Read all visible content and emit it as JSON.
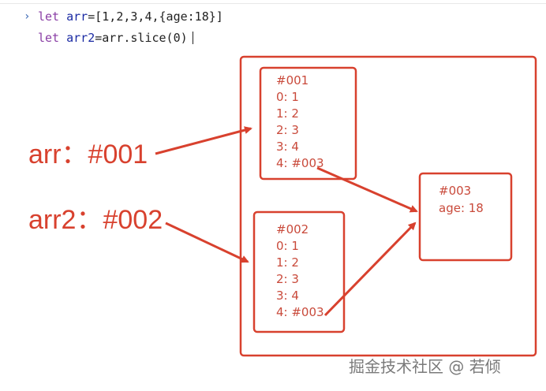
{
  "console": {
    "prompt_symbol": "›",
    "line1": {
      "kw": "let",
      "name": "arr",
      "rest": "=[1,2,3,4,{age:18}]"
    },
    "line2": {
      "kw": "let",
      "name": "arr2",
      "rest": "=arr.slice(0)"
    }
  },
  "labels": {
    "arr": "arr：#001",
    "arr2": "arr2：#002"
  },
  "memory": {
    "box1": {
      "address": "#001",
      "entries": [
        "0: 1",
        "1: 2",
        "2: 3",
        "3: 4",
        "4: #003"
      ]
    },
    "box2": {
      "address": "#002",
      "entries": [
        "0: 1",
        "1: 2",
        "2: 3",
        "3: 4",
        "4: #003"
      ]
    },
    "box3": {
      "address": "#003",
      "entries": [
        "age: 18"
      ]
    }
  },
  "watermark": "掘金技术社区 @ 若倾",
  "colors": {
    "annotation": "#d8412e",
    "memory_text": "#c94a3b",
    "keyword": "#8a3ea5",
    "identifier": "#1a2aa3"
  }
}
